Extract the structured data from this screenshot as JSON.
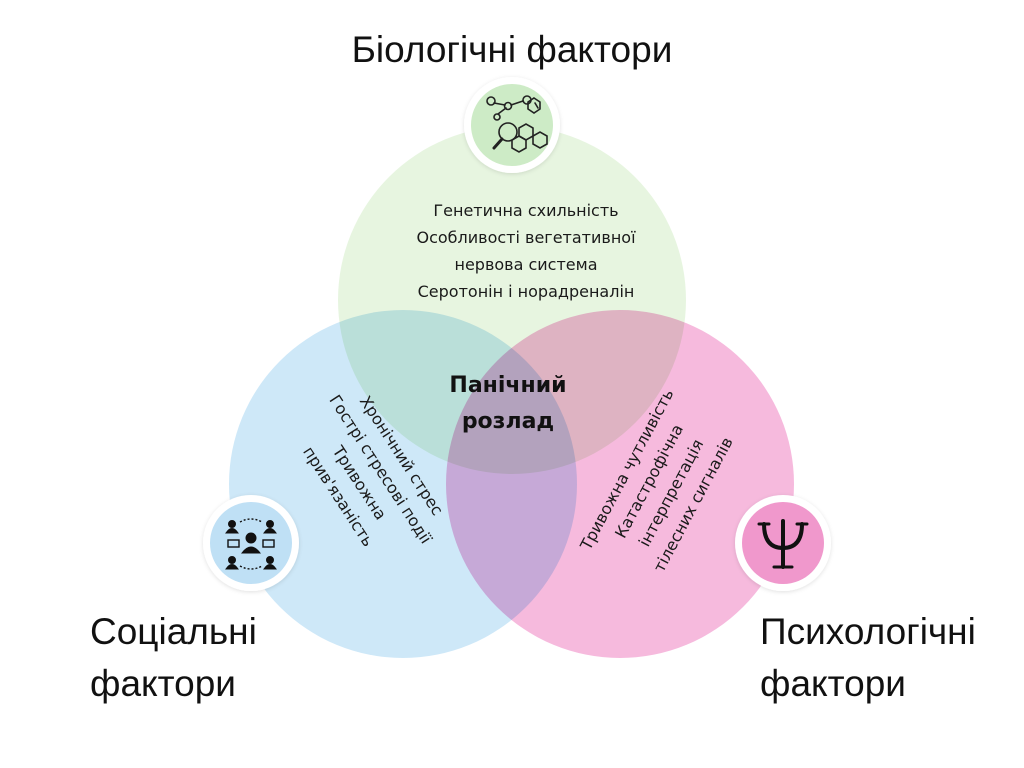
{
  "diagram": {
    "type": "venn",
    "center": {
      "label_lines": [
        "Панічний",
        "розлад"
      ]
    },
    "circles": [
      {
        "id": "biological",
        "title_lines": [
          "Біологічні фактори"
        ],
        "fill": "#e6f5df",
        "icon_fill": "#cdebc6",
        "icon": "molecule-magnifier-icon",
        "factors": [
          "Генетична схильність",
          "Особливості вегетативної",
          "нервова система",
          "Серотонін і норадреналін"
        ]
      },
      {
        "id": "social",
        "title_lines": [
          "Соціальні",
          "фактори"
        ],
        "fill": "#cce7f8",
        "icon_fill": "#bfe0f5",
        "icon": "people-network-icon",
        "factors": [
          "Хронічний стрес",
          "Гострі стресові події",
          "Тривожна",
          "прив'язаність"
        ]
      },
      {
        "id": "psychological",
        "title_lines": [
          "Психологічні",
          "фактори"
        ],
        "fill": "#f6b6dc",
        "icon_fill": "#f098cc",
        "icon": "psi-icon",
        "factors": [
          "Тривожна чутливість",
          "Катастрофічна",
          "інтерпретація",
          "тілесних сигналів"
        ]
      }
    ]
  }
}
